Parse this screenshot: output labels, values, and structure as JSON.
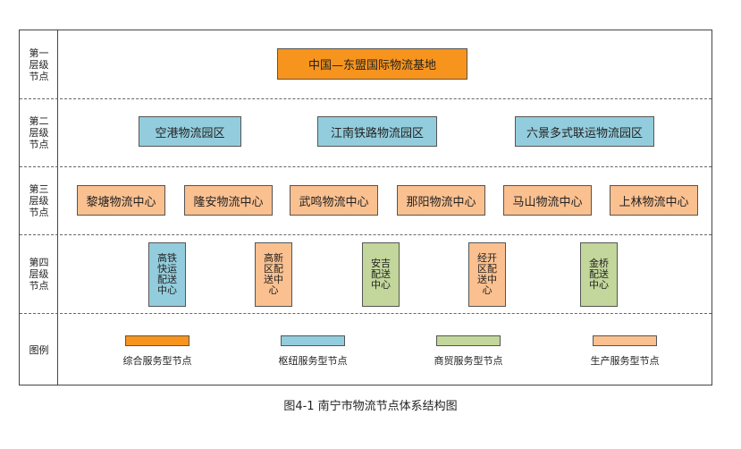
{
  "colors": {
    "hub": "#f7941d",
    "logistics": "#93cddd",
    "commerce": "#c3d69b",
    "production": "#fac090"
  },
  "rows": [
    {
      "label": "第一\n层级\n节点"
    },
    {
      "label": "第二\n层级\n节点"
    },
    {
      "label": "第三\n层级\n节点"
    },
    {
      "label": "第四\n层级\n节点"
    },
    {
      "label": "图例"
    }
  ],
  "level1": [
    {
      "text": "中国—东盟国际物流基地",
      "type": "hub"
    }
  ],
  "level2": [
    {
      "text": "空港物流园区",
      "type": "logistics"
    },
    {
      "text": "江南铁路物流园区",
      "type": "logistics"
    },
    {
      "text": "六景多式联运物流园区",
      "type": "logistics"
    }
  ],
  "level3": [
    {
      "text": "黎塘物流中心",
      "type": "production"
    },
    {
      "text": "隆安物流中心",
      "type": "production"
    },
    {
      "text": "武鸣物流中心",
      "type": "production"
    },
    {
      "text": "那阳物流中心",
      "type": "production"
    },
    {
      "text": "马山物流中心",
      "type": "production"
    },
    {
      "text": "上林物流中心",
      "type": "production"
    }
  ],
  "level4": [
    {
      "text": "高铁\n快运\n配送\n中心",
      "type": "logistics"
    },
    {
      "text": "高新\n区配\n送中\n心",
      "type": "production"
    },
    {
      "text": "安吉\n配送\n中心",
      "type": "commerce"
    },
    {
      "text": "经开\n区配\n送中\n心",
      "type": "production"
    },
    {
      "text": "金桥\n配送\n中心",
      "type": "commerce"
    }
  ],
  "legend": [
    {
      "text": "综合服务型节点",
      "type": "hub"
    },
    {
      "text": "枢纽服务型节点",
      "type": "logistics"
    },
    {
      "text": "商贸服务型节点",
      "type": "commerce"
    },
    {
      "text": "生产服务型节点",
      "type": "production"
    }
  ],
  "caption": "图4-1  南宁市物流节点体系结构图"
}
